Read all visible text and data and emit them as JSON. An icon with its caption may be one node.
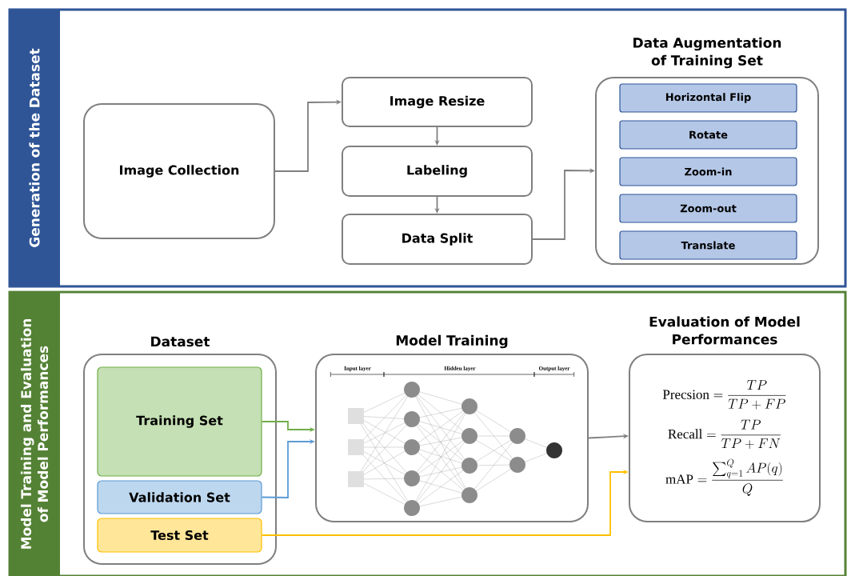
{
  "diagram": {
    "nodes": [
      {
        "text": [
          "Generation of the Dataset"
        ]
      },
      {
        "text": [
          "Image Collection"
        ],
        "in": 0
      },
      {
        "text": [
          "Image Resize"
        ],
        "in": 0
      },
      {
        "text": [
          "Labeling"
        ],
        "in": 0
      },
      {
        "text": [
          "Data Split"
        ],
        "in": 0
      },
      {
        "text": [
          "Data Augmentation of Training Set"
        ],
        "in": 0
      },
      {
        "text": [
          "Horizontal Flip"
        ],
        "in": 5
      },
      {
        "text": [
          "Rotate"
        ],
        "in": 5
      },
      {
        "text": [
          "Zoom-in"
        ],
        "in": 5
      },
      {
        "text": [
          "Zoom-out"
        ],
        "in": 5
      },
      {
        "text": [
          "Translate"
        ],
        "in": 5
      },
      {
        "text": [
          "Model Training and Evaluation of Model Performances"
        ]
      },
      {
        "text": [
          "Dataset"
        ],
        "in": 11
      },
      {
        "text": [
          "Training Set"
        ],
        "in": 12
      },
      {
        "text": [
          "Validation Set"
        ],
        "in": 12
      },
      {
        "text": [
          "Test Set"
        ],
        "in": 12
      },
      {
        "text": [
          "Model Training"
        ],
        "in": 11
      },
      {
        "text": [
          "Evaluation of Model Performances",
          "\\mathrm{Precsion} = \\frac{TP}{TP+FP}",
          "\\mathrm{Recall} = \\frac{TP}{TP+FN}",
          "\\mathrm{mAP} = \\frac{\\sum_{q=1}^{Q} AP(q)}{Q}"
        ],
        "in": 11
      }
    ],
    "edges": [
      {
        "from": 1,
        "to": 2,
        "arrow": "to"
      },
      {
        "from": 2,
        "to": 3,
        "arrow": "to"
      },
      {
        "from": 3,
        "to": 4,
        "arrow": "to"
      },
      {
        "from": 4,
        "to": 5,
        "arrow": "to"
      },
      {
        "from": 13,
        "to": 16,
        "arrow": "to",
        "color": "#70ad47"
      },
      {
        "from": 14,
        "to": 16,
        "arrow": "to",
        "color": "#5b9bd5"
      },
      {
        "from": 15,
        "to": 17,
        "arrow": "to",
        "color": "#ffc000"
      },
      {
        "from": 16,
        "to": 17,
        "arrow": "to"
      }
    ],
    "labels": [
      "Input layer",
      "Hidden layer",
      "Output layer"
    ]
  }
}
